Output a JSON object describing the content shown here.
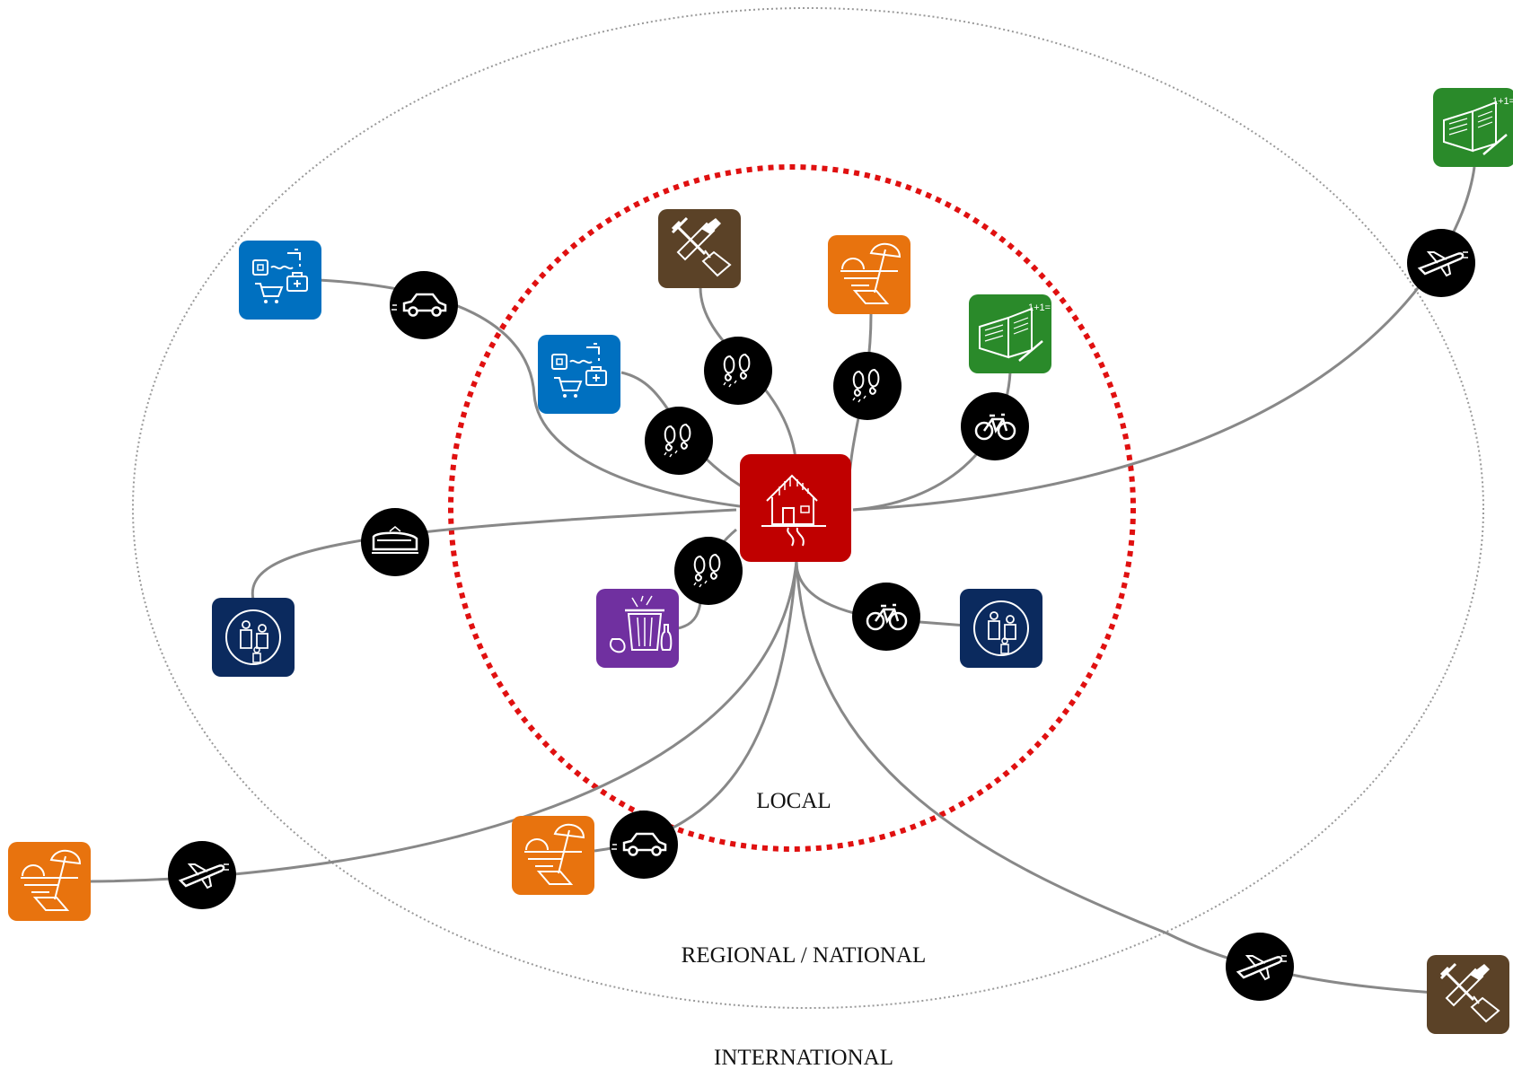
{
  "zones": {
    "local": "LOCAL",
    "regional": "REGIONAL / NATIONAL",
    "international": "INTERNATIONAL"
  },
  "colors": {
    "home": "#c00000",
    "services": "#0070c0",
    "work": "#5b4227",
    "leisure": "#e8730e",
    "education": "#2a8a2a",
    "social": "#0b2a5e",
    "waste": "#7030a0",
    "mode": "#000000",
    "link": "#888888",
    "local_boundary": "#e01010",
    "outer_boundary": "#999999"
  },
  "destinations": [
    {
      "icon": "home-icon",
      "kind": "home"
    },
    {
      "icon": "services-icon",
      "kind": "services"
    },
    {
      "icon": "services-icon",
      "kind": "services"
    },
    {
      "icon": "work-icon",
      "kind": "work"
    },
    {
      "icon": "work-icon",
      "kind": "work"
    },
    {
      "icon": "leisure-icon",
      "kind": "leisure"
    },
    {
      "icon": "leisure-icon",
      "kind": "leisure"
    },
    {
      "icon": "leisure-icon",
      "kind": "leisure"
    },
    {
      "icon": "education-icon",
      "kind": "education"
    },
    {
      "icon": "education-icon",
      "kind": "education"
    },
    {
      "icon": "social-icon",
      "kind": "social"
    },
    {
      "icon": "social-icon",
      "kind": "social"
    },
    {
      "icon": "waste-icon",
      "kind": "waste"
    }
  ],
  "modes": [
    {
      "icon": "walk-icon"
    },
    {
      "icon": "walk-icon"
    },
    {
      "icon": "walk-icon"
    },
    {
      "icon": "walk-icon"
    },
    {
      "icon": "bike-icon"
    },
    {
      "icon": "bike-icon"
    },
    {
      "icon": "car-icon"
    },
    {
      "icon": "car-icon"
    },
    {
      "icon": "train-icon"
    },
    {
      "icon": "plane-icon"
    },
    {
      "icon": "plane-icon"
    },
    {
      "icon": "plane-icon"
    }
  ]
}
